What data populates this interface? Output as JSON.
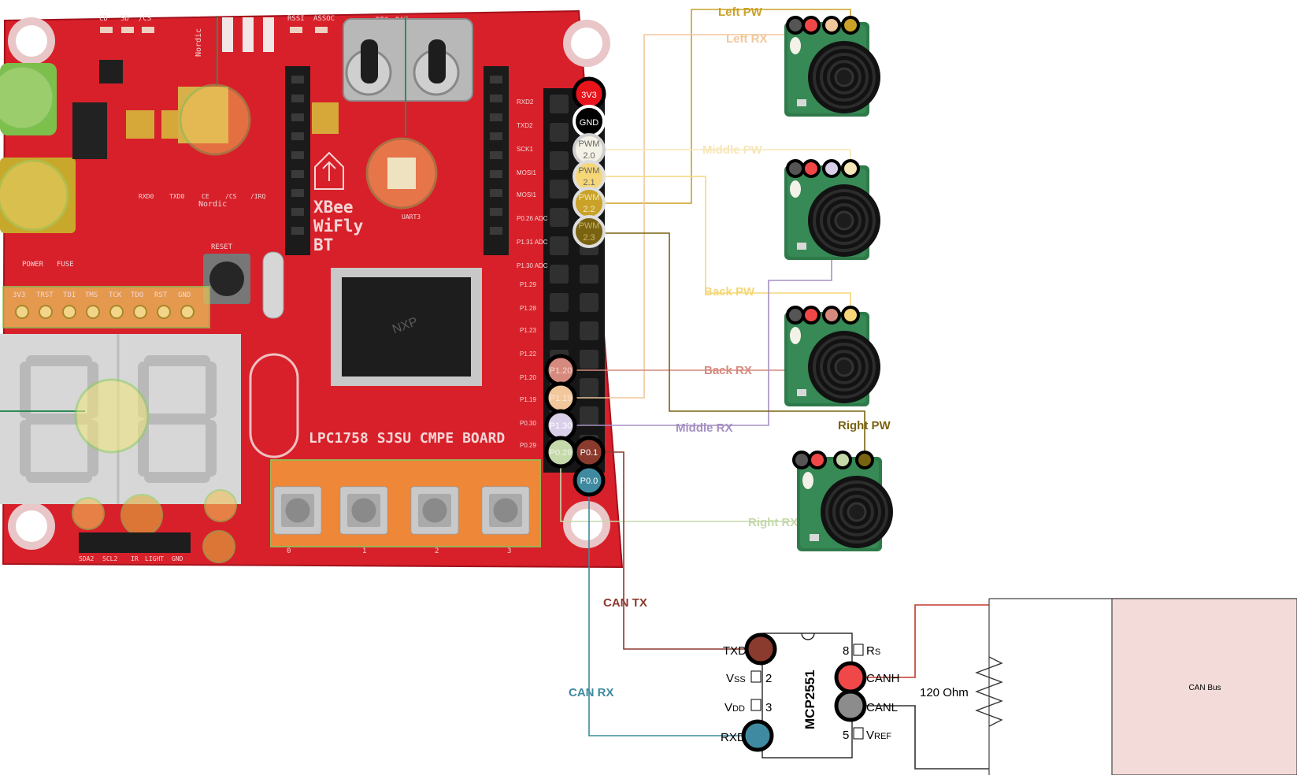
{
  "board": {
    "name": "LPC1758 SJSU CMPE BOARD",
    "module_label": [
      "XBee",
      "WiFly",
      "BT"
    ],
    "nordic_label": "Nordic",
    "top_labels": [
      "CD",
      "SD",
      "/CS",
      "RSSI",
      "ASSOC",
      "RTC",
      "BAT"
    ],
    "misc_labels": [
      "POWER",
      "FUSE",
      "RESET",
      "UART3",
      "RXD0",
      "TXD0",
      "CE",
      "/CS",
      "/IRQ"
    ],
    "jtag_labels": [
      "3V3",
      "TRST",
      "TDI",
      "TMS",
      "TCK",
      "TDO",
      "RST",
      "GND"
    ],
    "header_labels": [
      "RXD2",
      "TXD2",
      "SCK1",
      "MOSI1",
      "MOSI1",
      "P0.26 ADC",
      "P1.31 ADC",
      "P1.30 ADC",
      "P1.29",
      "P1.28",
      "P1.23",
      "P1.22",
      "P1.20",
      "P1.19",
      "P0.30",
      "P0.29"
    ],
    "button_labels": [
      "0",
      "1",
      "2",
      "3"
    ],
    "bottom_labels": [
      "SDA2",
      "SCL2",
      "IR",
      "LIGHT",
      "GND"
    ]
  },
  "pins": {
    "p3v3": "3V3",
    "gnd": "GND",
    "pwm20": [
      "PWM",
      "2.0"
    ],
    "pwm21": [
      "PWM",
      "2.1"
    ],
    "pwm22": [
      "PWM",
      "2.2"
    ],
    "pwm23": [
      "PWM",
      "2.3"
    ],
    "p120": "P1.20",
    "p119": "P1.19",
    "p130": "P1.30",
    "p029": "P0.29",
    "p01": "P0.1",
    "p00": "P0.0"
  },
  "signals": {
    "left_pw": "Left PW",
    "left_rx": "Left RX",
    "middle_pw": "Middle PW",
    "back_pw": "Back PW",
    "back_rx": "Back RX",
    "middle_rx": "Middle RX",
    "right_pw": "Right PW",
    "right_rx": "Right RX",
    "can_tx": "CAN TX",
    "can_rx": "CAN RX"
  },
  "transceiver": {
    "chip": "MCP2551",
    "txd": "TXD",
    "rxd": "RXD",
    "vss_main": "V",
    "vss_sub": "SS",
    "vdd_main": "V",
    "vdd_sub": "DD",
    "rs_main": "R",
    "rs_sub": "S",
    "vref_main": "V",
    "vref_sub": "REF",
    "canh": "CANH",
    "canl": "CANL",
    "pin2": "2",
    "pin3": "3",
    "pin5": "5",
    "pin8": "8"
  },
  "bus": {
    "resistor": "120 Ohm",
    "label": "CAN Bus"
  },
  "colors": {
    "board_red": "#d8202a",
    "left_pw": "#c9a227",
    "left_rx": "#f2c79b",
    "middle_pw": "#f7e7b8",
    "back_pw": "#f5d778",
    "back_rx": "#d68a7d",
    "middle_rx": "#a58fc3",
    "right_pw": "#7a6310",
    "right_rx": "#c5d9ab",
    "can_tx": "#8b3a2e",
    "can_rx": "#3f8aa0",
    "canh": "#f04848",
    "canl": "#8c8c8c",
    "can_bus_fill": "#f3dbd9"
  },
  "icons": [
    "ultrasonic-sensor-icon",
    "resistor-icon",
    "crystal-icon",
    "pushbutton-icon",
    "seven-segment-display-icon",
    "microcontroller-chip-icon",
    "coin-battery-holder-icon"
  ]
}
